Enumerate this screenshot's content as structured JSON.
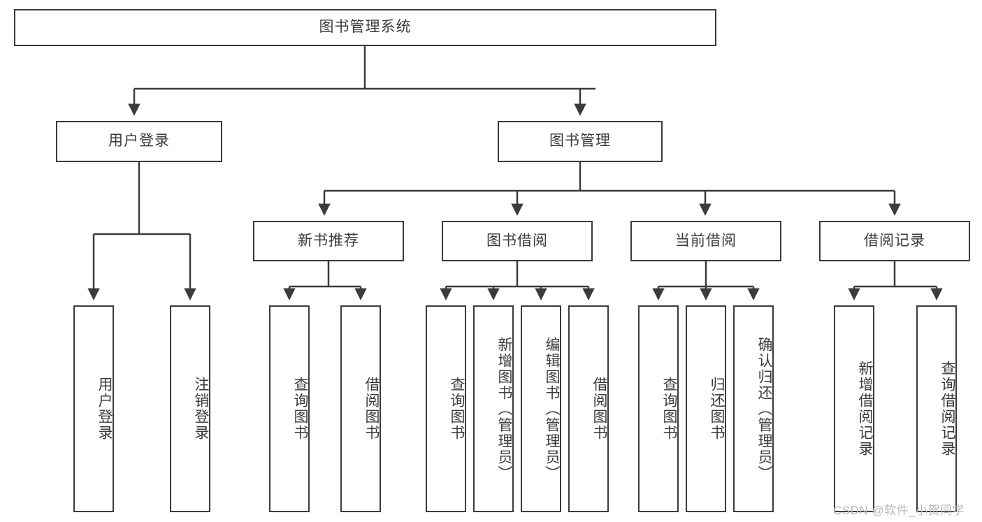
{
  "diagram": {
    "type": "tree-hierarchy",
    "title": "图书管理系统",
    "orientation": "top-down",
    "root": {
      "id": "root",
      "label": "图书管理系统"
    },
    "level2": [
      {
        "id": "user-login",
        "label": "用户登录"
      },
      {
        "id": "book-manage",
        "label": "图书管理"
      }
    ],
    "level3": [
      {
        "id": "new-book-recommend",
        "label": "新书推荐",
        "parent": "book-manage"
      },
      {
        "id": "book-borrow",
        "label": "图书借阅",
        "parent": "book-manage"
      },
      {
        "id": "current-borrow",
        "label": "当前借阅",
        "parent": "book-manage"
      },
      {
        "id": "borrow-record",
        "label": "借阅记录",
        "parent": "book-manage"
      }
    ],
    "leaves": [
      {
        "id": "leaf-user-login",
        "label": "用户登录",
        "parent": "user-login"
      },
      {
        "id": "leaf-logout",
        "label": "注销登录",
        "parent": "user-login"
      },
      {
        "id": "leaf-query-book-1",
        "label": "查询图书",
        "parent": "new-book-recommend"
      },
      {
        "id": "leaf-borrow-book-1",
        "label": "借阅图书",
        "parent": "new-book-recommend"
      },
      {
        "id": "leaf-query-book-2",
        "label": "查询图书",
        "parent": "book-borrow"
      },
      {
        "id": "leaf-add-book",
        "label": "新增图书（管理员）",
        "parent": "book-borrow"
      },
      {
        "id": "leaf-edit-book",
        "label": "编辑图书（管理员）",
        "parent": "book-borrow"
      },
      {
        "id": "leaf-borrow-book-2",
        "label": "借阅图书",
        "parent": "book-borrow"
      },
      {
        "id": "leaf-query-book-3",
        "label": "查询图书",
        "parent": "current-borrow"
      },
      {
        "id": "leaf-return-book",
        "label": "归还图书",
        "parent": "current-borrow"
      },
      {
        "id": "leaf-confirm-return",
        "label": "确认归还（管理员）",
        "parent": "current-borrow"
      },
      {
        "id": "leaf-add-record",
        "label": "新增借阅记录",
        "parent": "borrow-record"
      },
      {
        "id": "leaf-query-record",
        "label": "查询借阅记录",
        "parent": "borrow-record"
      }
    ],
    "colors": {
      "stroke": "#3b3b3b",
      "fill": "#ffffff",
      "text": "#3b3b3b",
      "watermark": "#b9b9b9"
    }
  },
  "watermark": {
    "text": "CSDN @软件_小贺同学"
  }
}
